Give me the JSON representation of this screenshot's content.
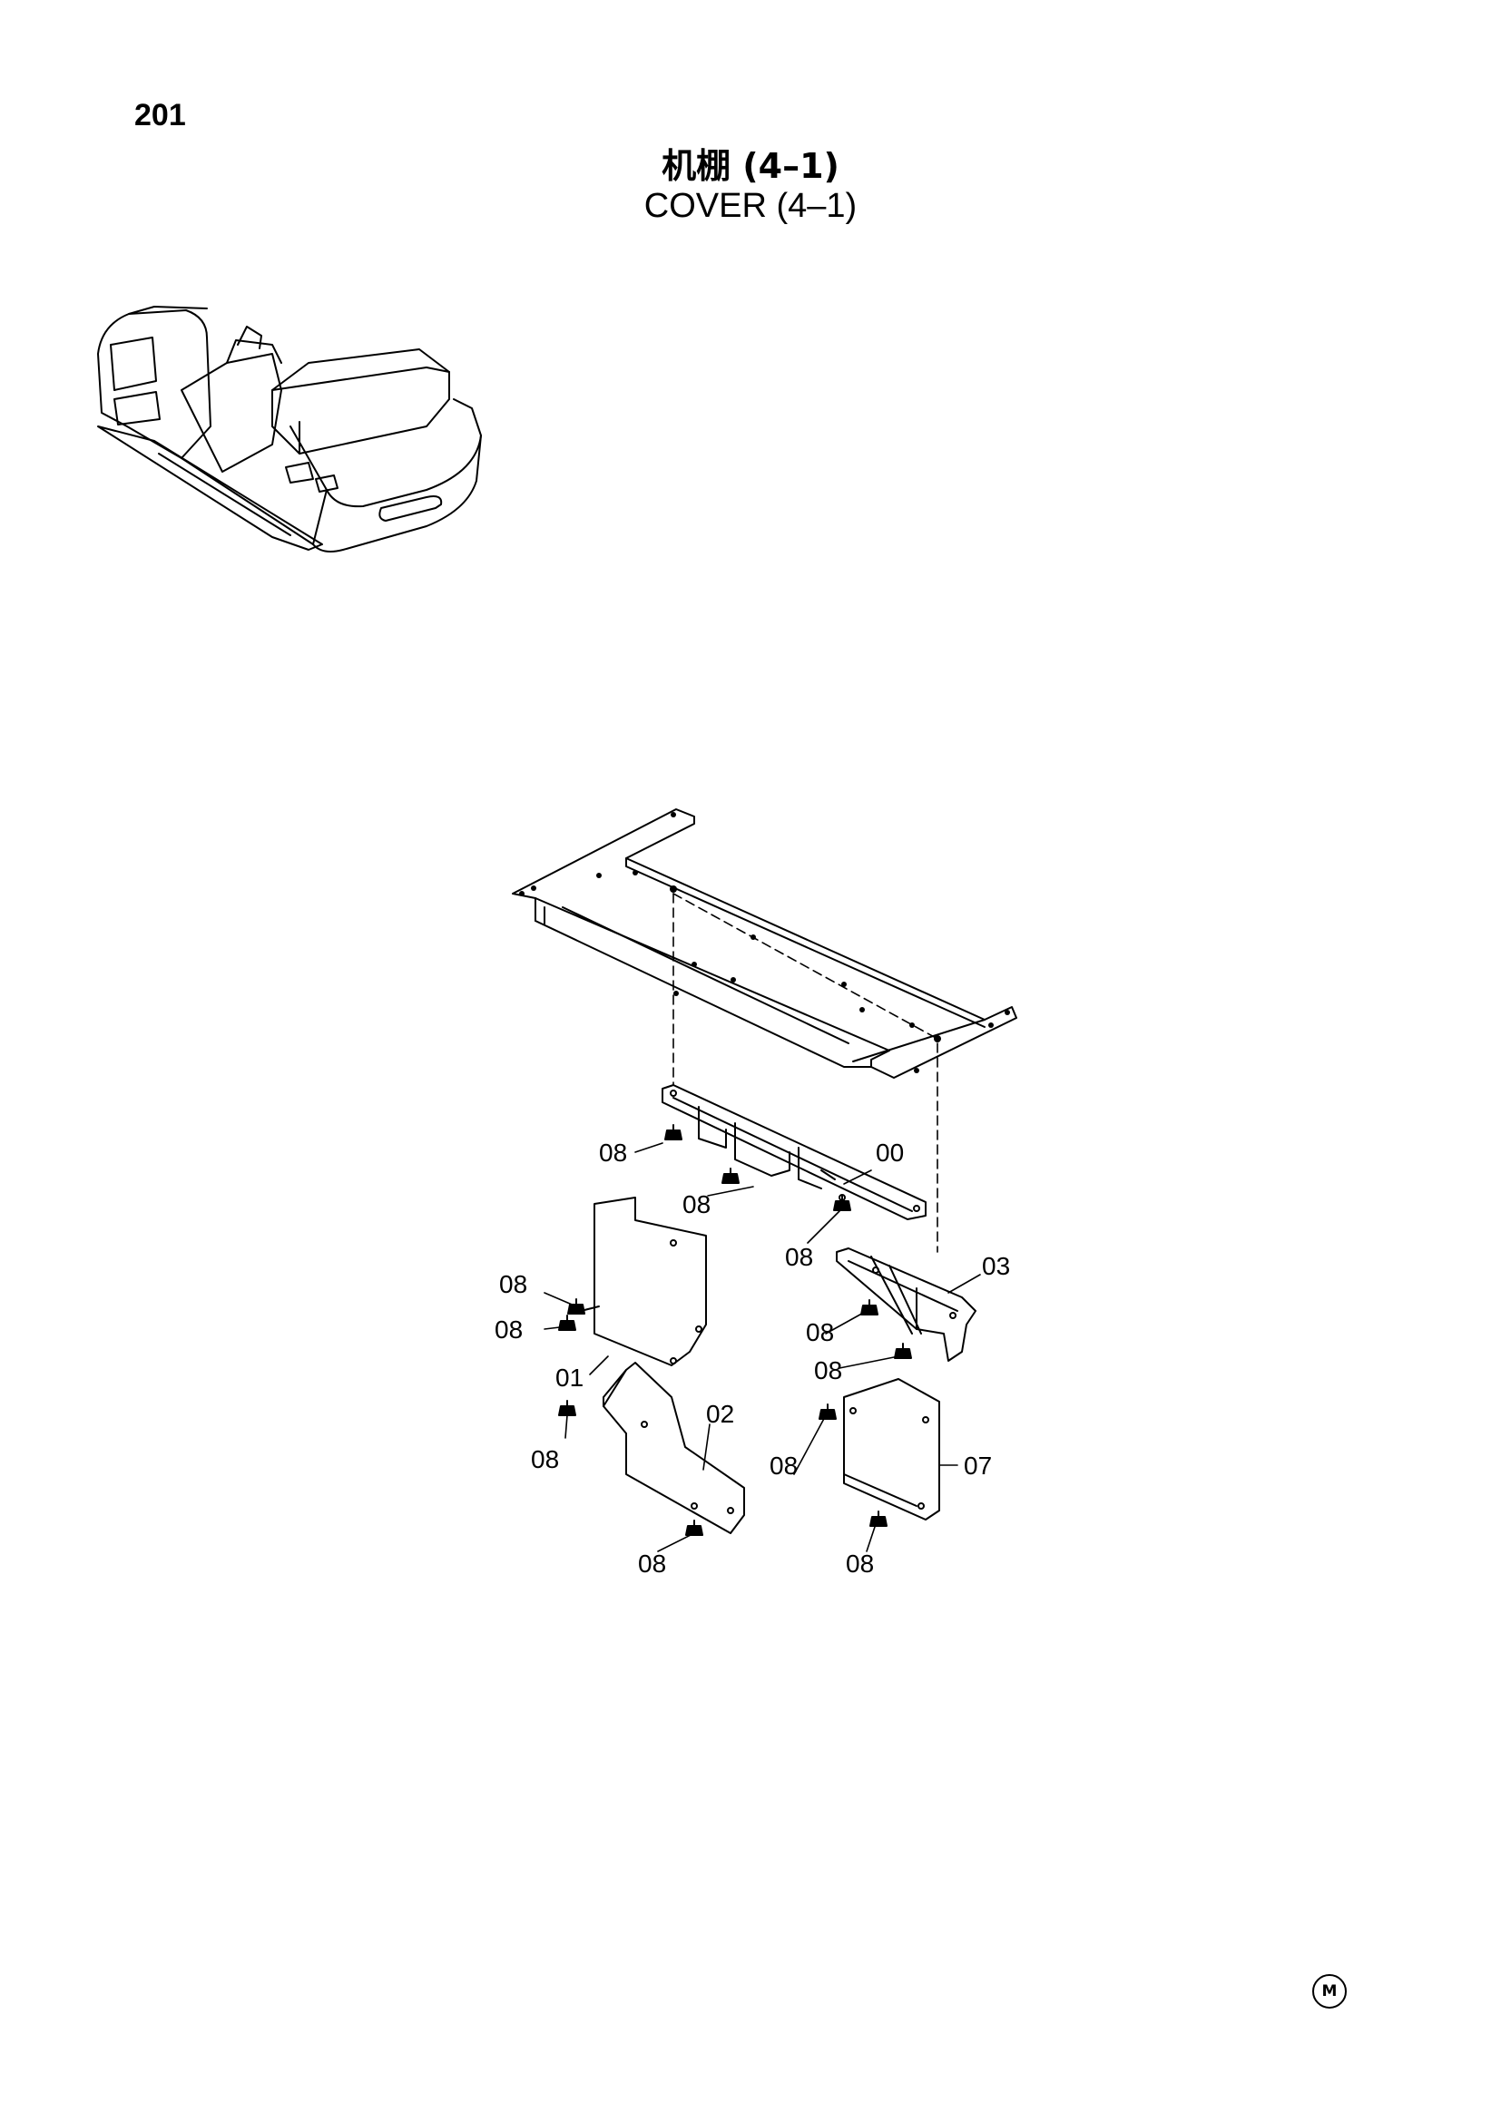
{
  "page": {
    "number": "201",
    "title_cn": "机棚 (4–1)",
    "title_en": "COVER (4–1)",
    "brand_mark": "M"
  },
  "callouts": {
    "c00": "00",
    "c01": "01",
    "c02": "02",
    "c03": "03",
    "c07": "07",
    "c08": "08"
  },
  "icons": [
    "excavator-overview-icon",
    "exploded-parts-diagram",
    "bolt-icon",
    "maker-mark-icon"
  ]
}
